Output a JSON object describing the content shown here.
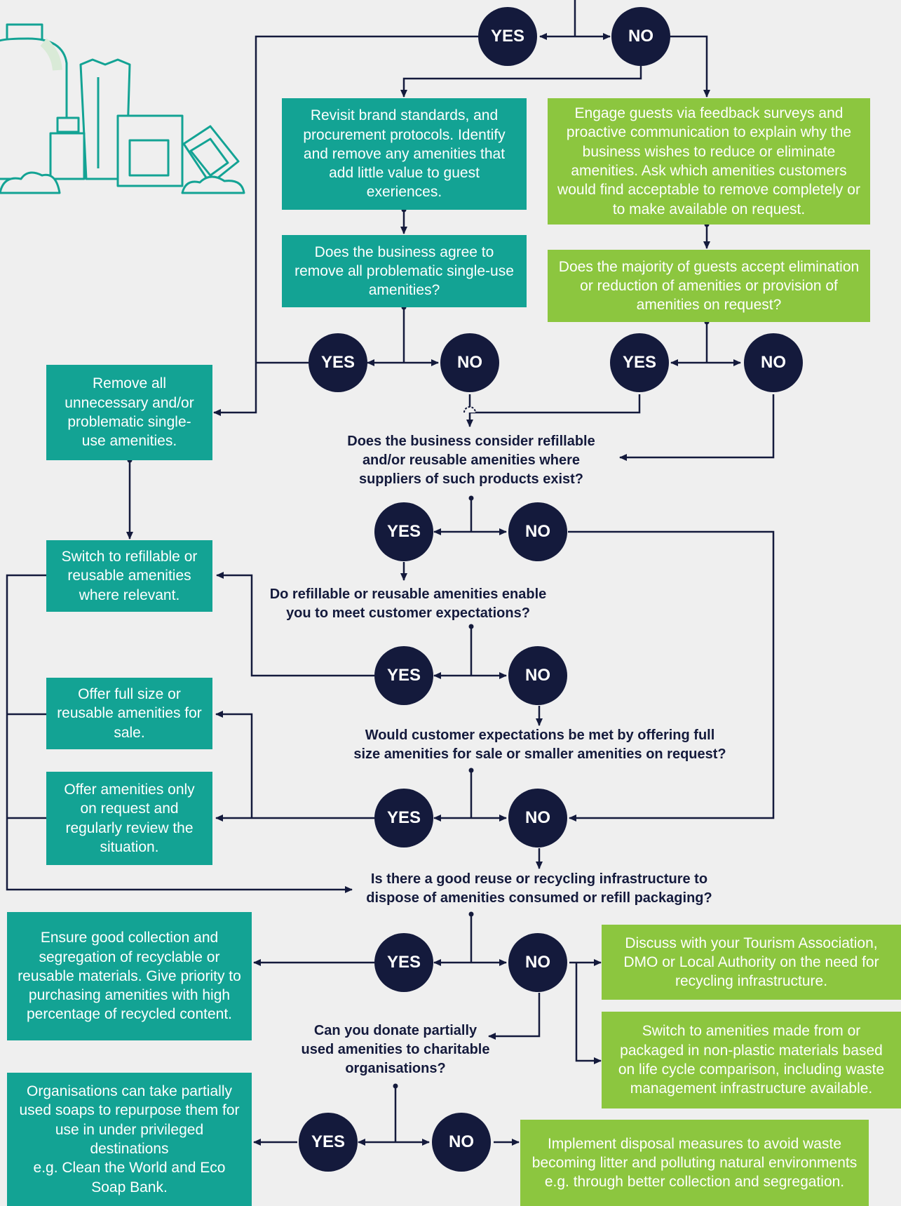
{
  "labels": {
    "yes": "YES",
    "no": "NO"
  },
  "colors": {
    "teal": "#13a394",
    "green": "#8cc63f",
    "navy": "#141a3c",
    "background": "#efefef"
  },
  "illustration": {
    "icon": "amenities-bottles-icon"
  },
  "boxes": {
    "revisit": "Revisit brand standards, and procurement protocols. Identify and remove any amenities that add little value to guest exeriences.",
    "engage": "Engage guests via feedback surveys and proactive communication to explain why the business wishes to reduce or eliminate amenities. Ask which amenities customers would find acceptable to remove completely or to make available on request.",
    "agree_question": "Does the business agree to remove all problematic single-use amenities?",
    "majority_question": "Does the majority of guests accept elimination or reduction of amenities or provision of amenities on request?",
    "remove_all": "Remove all unnecessary and/or problematic single-use amenities.",
    "switch_refillable": "Switch to refillable or reusable amenities where relevant.",
    "offer_full_size": "Offer full size or reusable amenities for sale.",
    "offer_on_request": "Offer amenities only on request and regularly review the situation.",
    "ensure_collection": "Ensure good collection and segregation of recyclable or reusable materials. Give priority to purchasing amenities with high percentage of recycled content.",
    "organisations": "Organisations can take partially used soaps to repurpose them for use in under privileged destinations\ne.g. Clean the World and Eco Soap Bank.",
    "discuss_tourism": "Discuss with your Tourism Association, DMO or Local Authority on the need for recycling infrastructure.",
    "switch_nonplastic": "Switch to amenities made from or packaged in non-plastic materials based on life cycle comparison, including waste management infrastructure available.",
    "implement_disposal": "Implement disposal measures to avoid waste becoming litter and polluting natural environments e.g. through better collection and segregation."
  },
  "questions": {
    "refillable_consider": "Does the business consider refillable\nand/or reusable amenities where\nsuppliers of such products exist?",
    "refillable_enable": "Do refillable or reusable amenities enable\nyou to meet customer expectations?",
    "customer_expectations": "Would customer expectations be met by offering full\nsize amenities for sale or smaller amenities on request?",
    "infrastructure": "Is there a good reuse or recycling infrastructure to\ndispose of amenities consumed or refill packaging?",
    "donate": "Can you donate partially\nused amenities to charitable\norganisations?"
  }
}
